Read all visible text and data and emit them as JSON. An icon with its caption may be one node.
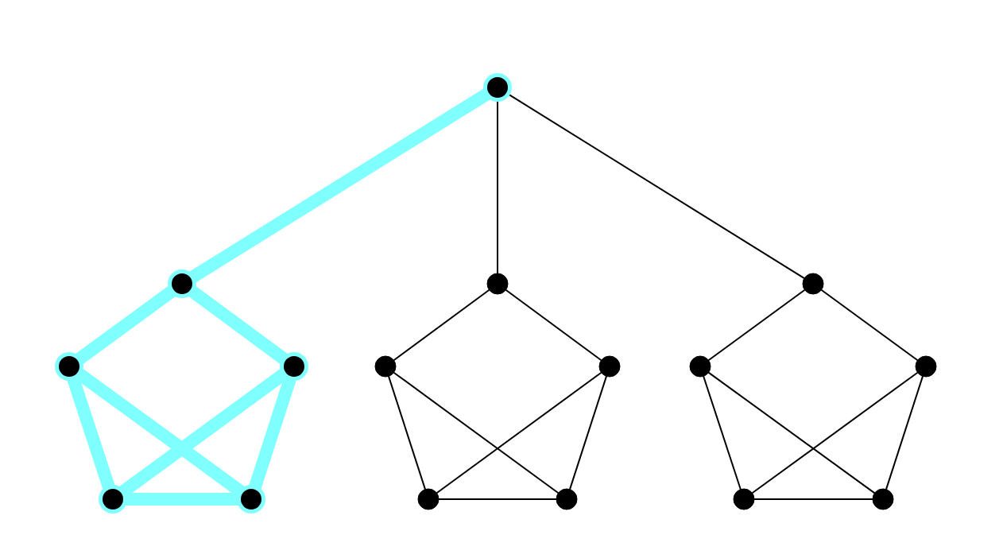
{
  "diagram": {
    "nodes": [
      {
        "text": [],
        "shape": "circle"
      },
      {
        "text": [],
        "shape": "circle"
      },
      {
        "text": [],
        "shape": "circle"
      },
      {
        "text": [],
        "shape": "circle"
      },
      {
        "text": [],
        "shape": "circle"
      },
      {
        "text": [],
        "shape": "circle"
      },
      {
        "text": [],
        "shape": "circle"
      },
      {
        "text": [],
        "shape": "circle"
      },
      {
        "text": [],
        "shape": "circle"
      },
      {
        "text": [],
        "shape": "circle"
      },
      {
        "text": [],
        "shape": "circle"
      },
      {
        "text": [],
        "shape": "circle"
      },
      {
        "text": [],
        "shape": "circle"
      },
      {
        "text": [],
        "shape": "circle"
      },
      {
        "text": [],
        "shape": "circle"
      },
      {
        "text": [],
        "shape": "circle"
      }
    ],
    "edges": [
      {
        "from": 0,
        "to": 1,
        "arrow": "none",
        "style": "thick",
        "color": "#80ffff"
      },
      {
        "from": 0,
        "to": 2,
        "arrow": "none"
      },
      {
        "from": 0,
        "to": 3,
        "arrow": "none"
      },
      {
        "from": 1,
        "to": 4,
        "arrow": "none",
        "style": "thick",
        "color": "#80ffff"
      },
      {
        "from": 1,
        "to": 5,
        "arrow": "none",
        "style": "thick",
        "color": "#80ffff"
      },
      {
        "from": 4,
        "to": 10,
        "arrow": "none",
        "style": "thick",
        "color": "#80ffff"
      },
      {
        "from": 4,
        "to": 11,
        "arrow": "none",
        "style": "thick",
        "color": "#80ffff"
      },
      {
        "from": 5,
        "to": 10,
        "arrow": "none",
        "style": "thick",
        "color": "#80ffff"
      },
      {
        "from": 5,
        "to": 11,
        "arrow": "none",
        "style": "thick",
        "color": "#80ffff"
      },
      {
        "from": 10,
        "to": 11,
        "arrow": "none",
        "style": "thick",
        "color": "#80ffff"
      },
      {
        "from": 2,
        "to": 6,
        "arrow": "none"
      },
      {
        "from": 2,
        "to": 7,
        "arrow": "none"
      },
      {
        "from": 6,
        "to": 12,
        "arrow": "none"
      },
      {
        "from": 6,
        "to": 13,
        "arrow": "none"
      },
      {
        "from": 7,
        "to": 12,
        "arrow": "none"
      },
      {
        "from": 7,
        "to": 13,
        "arrow": "none"
      },
      {
        "from": 12,
        "to": 13,
        "arrow": "none"
      },
      {
        "from": 3,
        "to": 8,
        "arrow": "none"
      },
      {
        "from": 3,
        "to": 9,
        "arrow": "none"
      },
      {
        "from": 8,
        "to": 14,
        "arrow": "none"
      },
      {
        "from": 8,
        "to": 15,
        "arrow": "none"
      },
      {
        "from": 9,
        "to": 14,
        "arrow": "none"
      },
      {
        "from": 9,
        "to": 15,
        "arrow": "none"
      },
      {
        "from": 14,
        "to": 15,
        "arrow": "none"
      }
    ]
  }
}
